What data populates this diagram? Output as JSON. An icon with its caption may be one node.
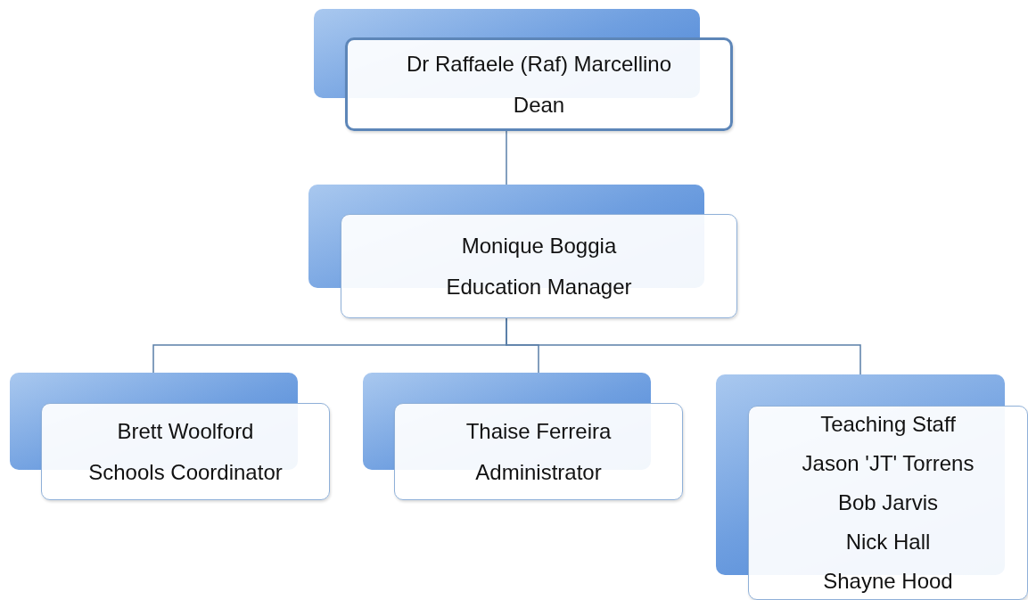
{
  "diagram": {
    "nodes": [
      {
        "text": [
          "Dr Raffaele (Raf) Marcellino",
          "Dean"
        ]
      },
      {
        "text": [
          "Monique Boggia",
          "Education Manager"
        ]
      },
      {
        "text": [
          "Brett Woolford",
          "Schools Coordinator"
        ]
      },
      {
        "text": [
          "Thaise Ferreira",
          "Administrator"
        ]
      },
      {
        "text": [
          "Teaching Staff",
          "Jason 'JT' Torrens",
          "Bob Jarvis",
          "Nick Hall",
          "Shayne Hood"
        ]
      }
    ],
    "edges": [
      {
        "from": 0,
        "to": 1,
        "arrow": "none"
      },
      {
        "from": 1,
        "to": 2,
        "arrow": "none"
      },
      {
        "from": 1,
        "to": 3,
        "arrow": "none"
      },
      {
        "from": 1,
        "to": 4,
        "arrow": "none"
      }
    ]
  }
}
